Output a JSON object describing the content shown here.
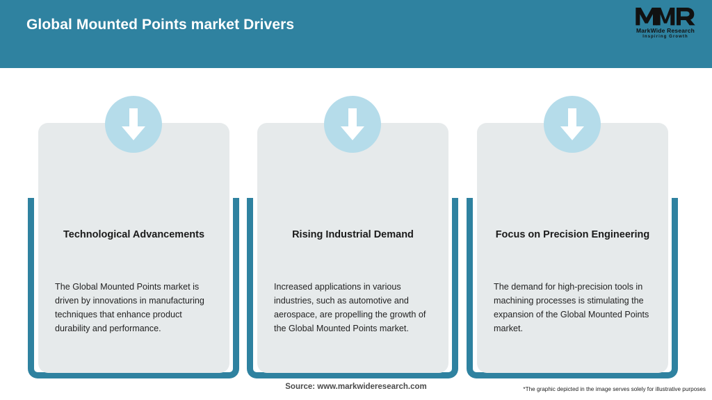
{
  "header": {
    "title": "Global Mounted Points market Drivers",
    "background_color": "#2f82a0",
    "title_color": "#ffffff"
  },
  "logo": {
    "mark": "MWR",
    "name": "MarkWide Research",
    "tagline": "Inspiring Growth"
  },
  "theme": {
    "accent_teal": "#2f82a0",
    "badge_blue": "#b5dcea",
    "card_gray": "#e6eaeb",
    "page_background": "#ffffff"
  },
  "cards": [
    {
      "icon": "down-arrow-icon",
      "title": "Technological Advancements",
      "body": "The Global Mounted Points market is driven by innovations in manufacturing techniques that enhance product durability and performance."
    },
    {
      "icon": "down-arrow-icon",
      "title": "Rising Industrial Demand",
      "body": "Increased applications in various industries, such as automotive and aerospace, are propelling the growth of the Global Mounted Points market."
    },
    {
      "icon": "down-arrow-icon",
      "title": "Focus on Precision Engineering",
      "body": "The demand for high-precision tools in machining processes is stimulating the expansion of the Global Mounted Points market."
    }
  ],
  "footer": {
    "source": "Source: www.markwideresearch.com",
    "disclaimer": "*The graphic depicted in the image serves solely for illustrative purposes"
  }
}
